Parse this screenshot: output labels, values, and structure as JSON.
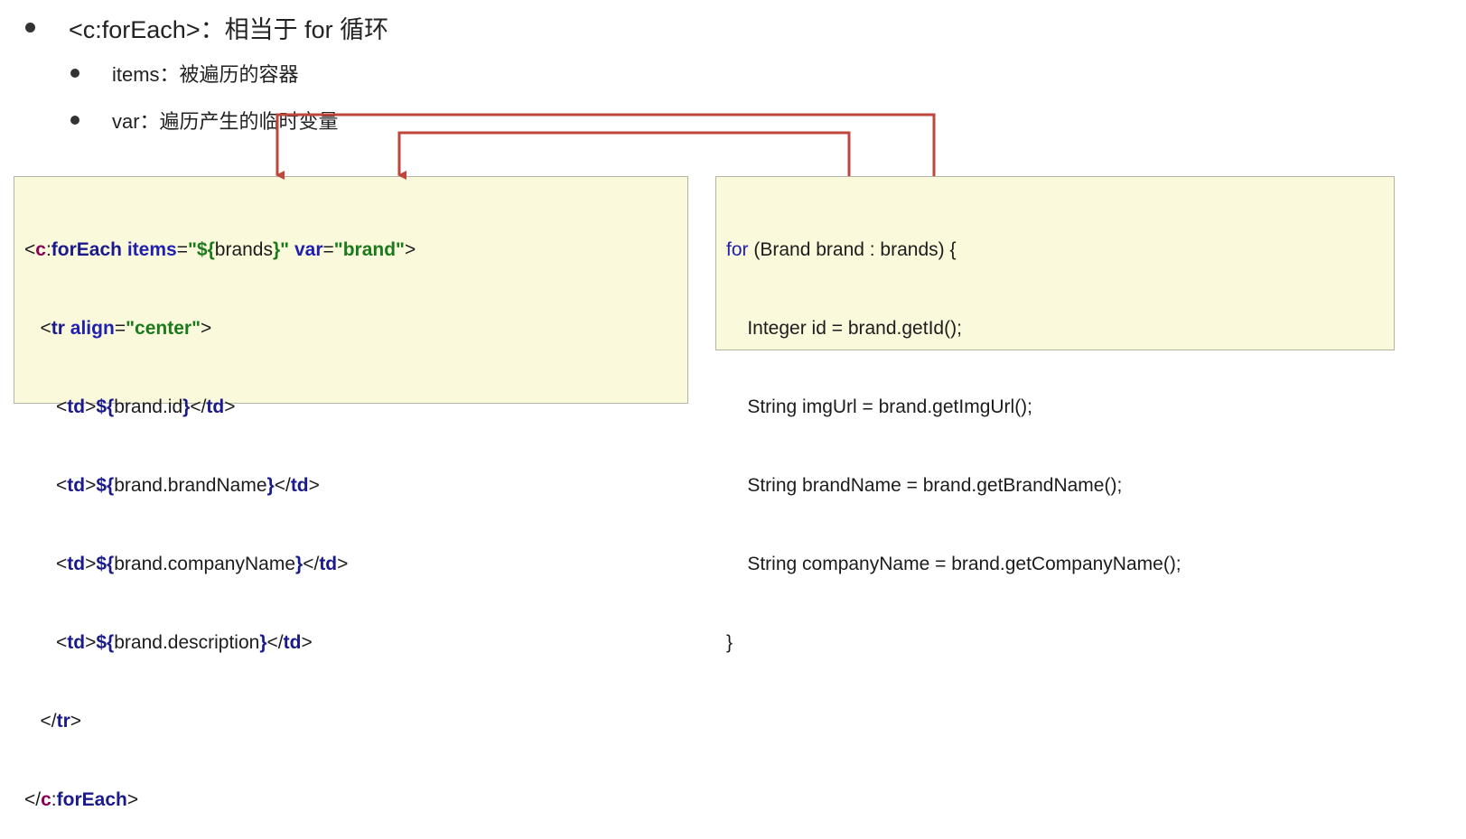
{
  "bullets": [
    {
      "text": "<c:forEach>：相当于 for 循环"
    },
    {
      "text": "items：被遍历的容器"
    },
    {
      "text": "var：遍历产生的临时变量"
    }
  ],
  "left_code": {
    "line1": {
      "lt": "<",
      "c": "c",
      "colon": ":",
      "tag": "forEach",
      "sp1": " ",
      "items_attr": "items",
      "eq1": "=",
      "val1a": "\"${",
      "brands": "brands",
      "val1b": "}\"",
      "sp2": " ",
      "var_attr": "var",
      "eq2": "=",
      "val2": "\"brand\"",
      "gt": ">"
    },
    "line2": {
      "indent": "   ",
      "lt": "<",
      "tag": "tr",
      "sp": " ",
      "attr": "align",
      "eq": "=",
      "val": "\"center\"",
      "gt": ">"
    },
    "line3": {
      "indent": "      ",
      "open": "<",
      "td1": "td",
      "gt1": ">",
      "el_open": "${",
      "expr": "brand.id",
      "el_close": "}",
      "close": "</",
      "td2": "td",
      "gt2": ">"
    },
    "line4": {
      "indent": "      ",
      "open": "<",
      "td1": "td",
      "gt1": ">",
      "el_open": "${",
      "expr": "brand.brandName",
      "el_close": "}",
      "close": "</",
      "td2": "td",
      "gt2": ">"
    },
    "line5": {
      "indent": "      ",
      "open": "<",
      "td1": "td",
      "gt1": ">",
      "el_open": "${",
      "expr": "brand.companyName",
      "el_close": "}",
      "close": "</",
      "td2": "td",
      "gt2": ">"
    },
    "line6": {
      "indent": "      ",
      "open": "<",
      "td1": "td",
      "gt1": ">",
      "el_open": "${",
      "expr": "brand.description",
      "el_close": "}",
      "close": "</",
      "td2": "td",
      "gt2": ">"
    },
    "line7": {
      "indent": "   ",
      "close": "</",
      "tag": "tr",
      "gt": ">"
    },
    "line8": {
      "close": "</",
      "c": "c",
      "colon": ":",
      "tag": "forEach",
      "gt": ">"
    }
  },
  "right_code": {
    "for_kw": "for",
    "line1_rest": " (Brand brand : brands) {",
    "line2": "    Integer id = brand.getId();",
    "line3": "    String imgUrl = brand.getImgUrl();",
    "line4": "    String brandName = brand.getBrandName();",
    "line5": "    String companyName = brand.getCompanyName();",
    "line6": "}"
  },
  "colors": {
    "arrow": "#c0453a",
    "code_bg": "#fbf9dc",
    "tag": "#1a1a8c",
    "namespace": "#8b0055",
    "attribute": "#1f1fb0",
    "value": "#1b7a1b"
  }
}
